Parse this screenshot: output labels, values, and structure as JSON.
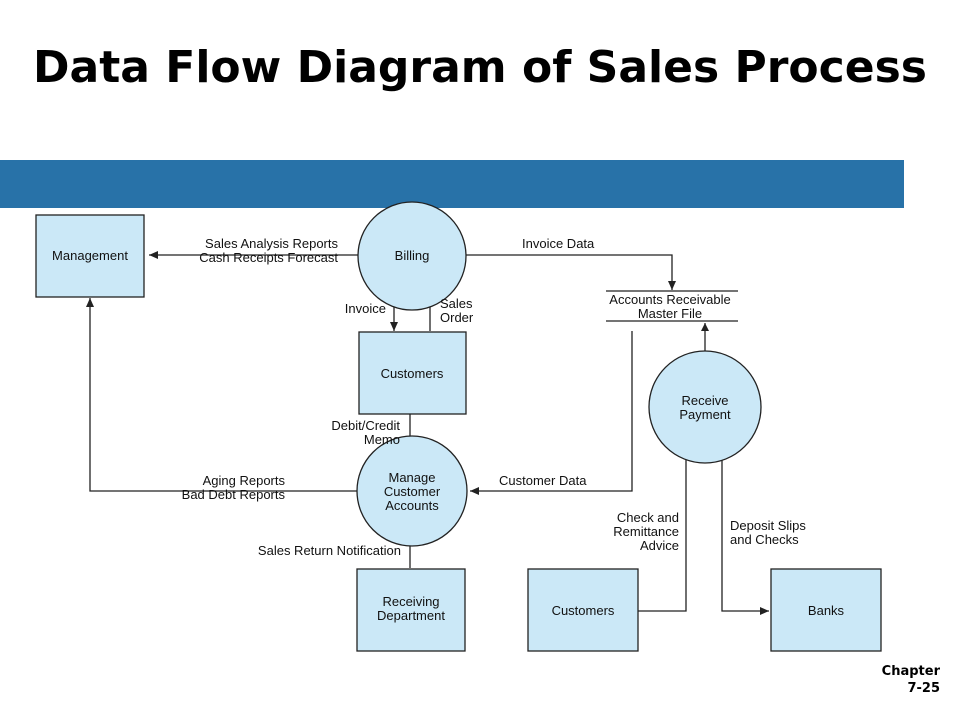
{
  "title": "Data Flow Diagram of Sales Process",
  "footer": {
    "line1": "Chapter",
    "line2": "7-25"
  },
  "colors": {
    "band": "#2872a8",
    "node_fill": "#cbe8f7",
    "stroke": "#222222"
  },
  "nodes": {
    "management": [
      "Management"
    ],
    "billing": [
      "Billing"
    ],
    "ar_master_file": [
      "Accounts Receivable",
      "Master File"
    ],
    "customers_top": [
      "Customers"
    ],
    "receive_payment": [
      "Receive",
      "Payment"
    ],
    "manage_accounts": [
      "Manage",
      "Customer",
      "Accounts"
    ],
    "receiving_dept": [
      "Receiving",
      "Department"
    ],
    "customers_bottom": [
      "Customers"
    ],
    "banks": [
      "Banks"
    ]
  },
  "flows": {
    "sales_reports": [
      "Sales Analysis Reports",
      "Cash Receipts Forecast"
    ],
    "invoice_data": [
      "Invoice Data"
    ],
    "invoice": [
      "Invoice"
    ],
    "sales_order": [
      "Sales",
      "Order"
    ],
    "debit_credit_memo": [
      "Debit/Credit",
      "Memo"
    ],
    "aging_reports": [
      "Aging Reports",
      "Bad Debt Reports"
    ],
    "customer_data": [
      "Customer Data"
    ],
    "sales_return": [
      "Sales Return Notification"
    ],
    "check_remittance": [
      "Check and",
      "Remittance",
      "Advice"
    ],
    "deposit_slips": [
      "Deposit Slips",
      "and Checks"
    ]
  }
}
